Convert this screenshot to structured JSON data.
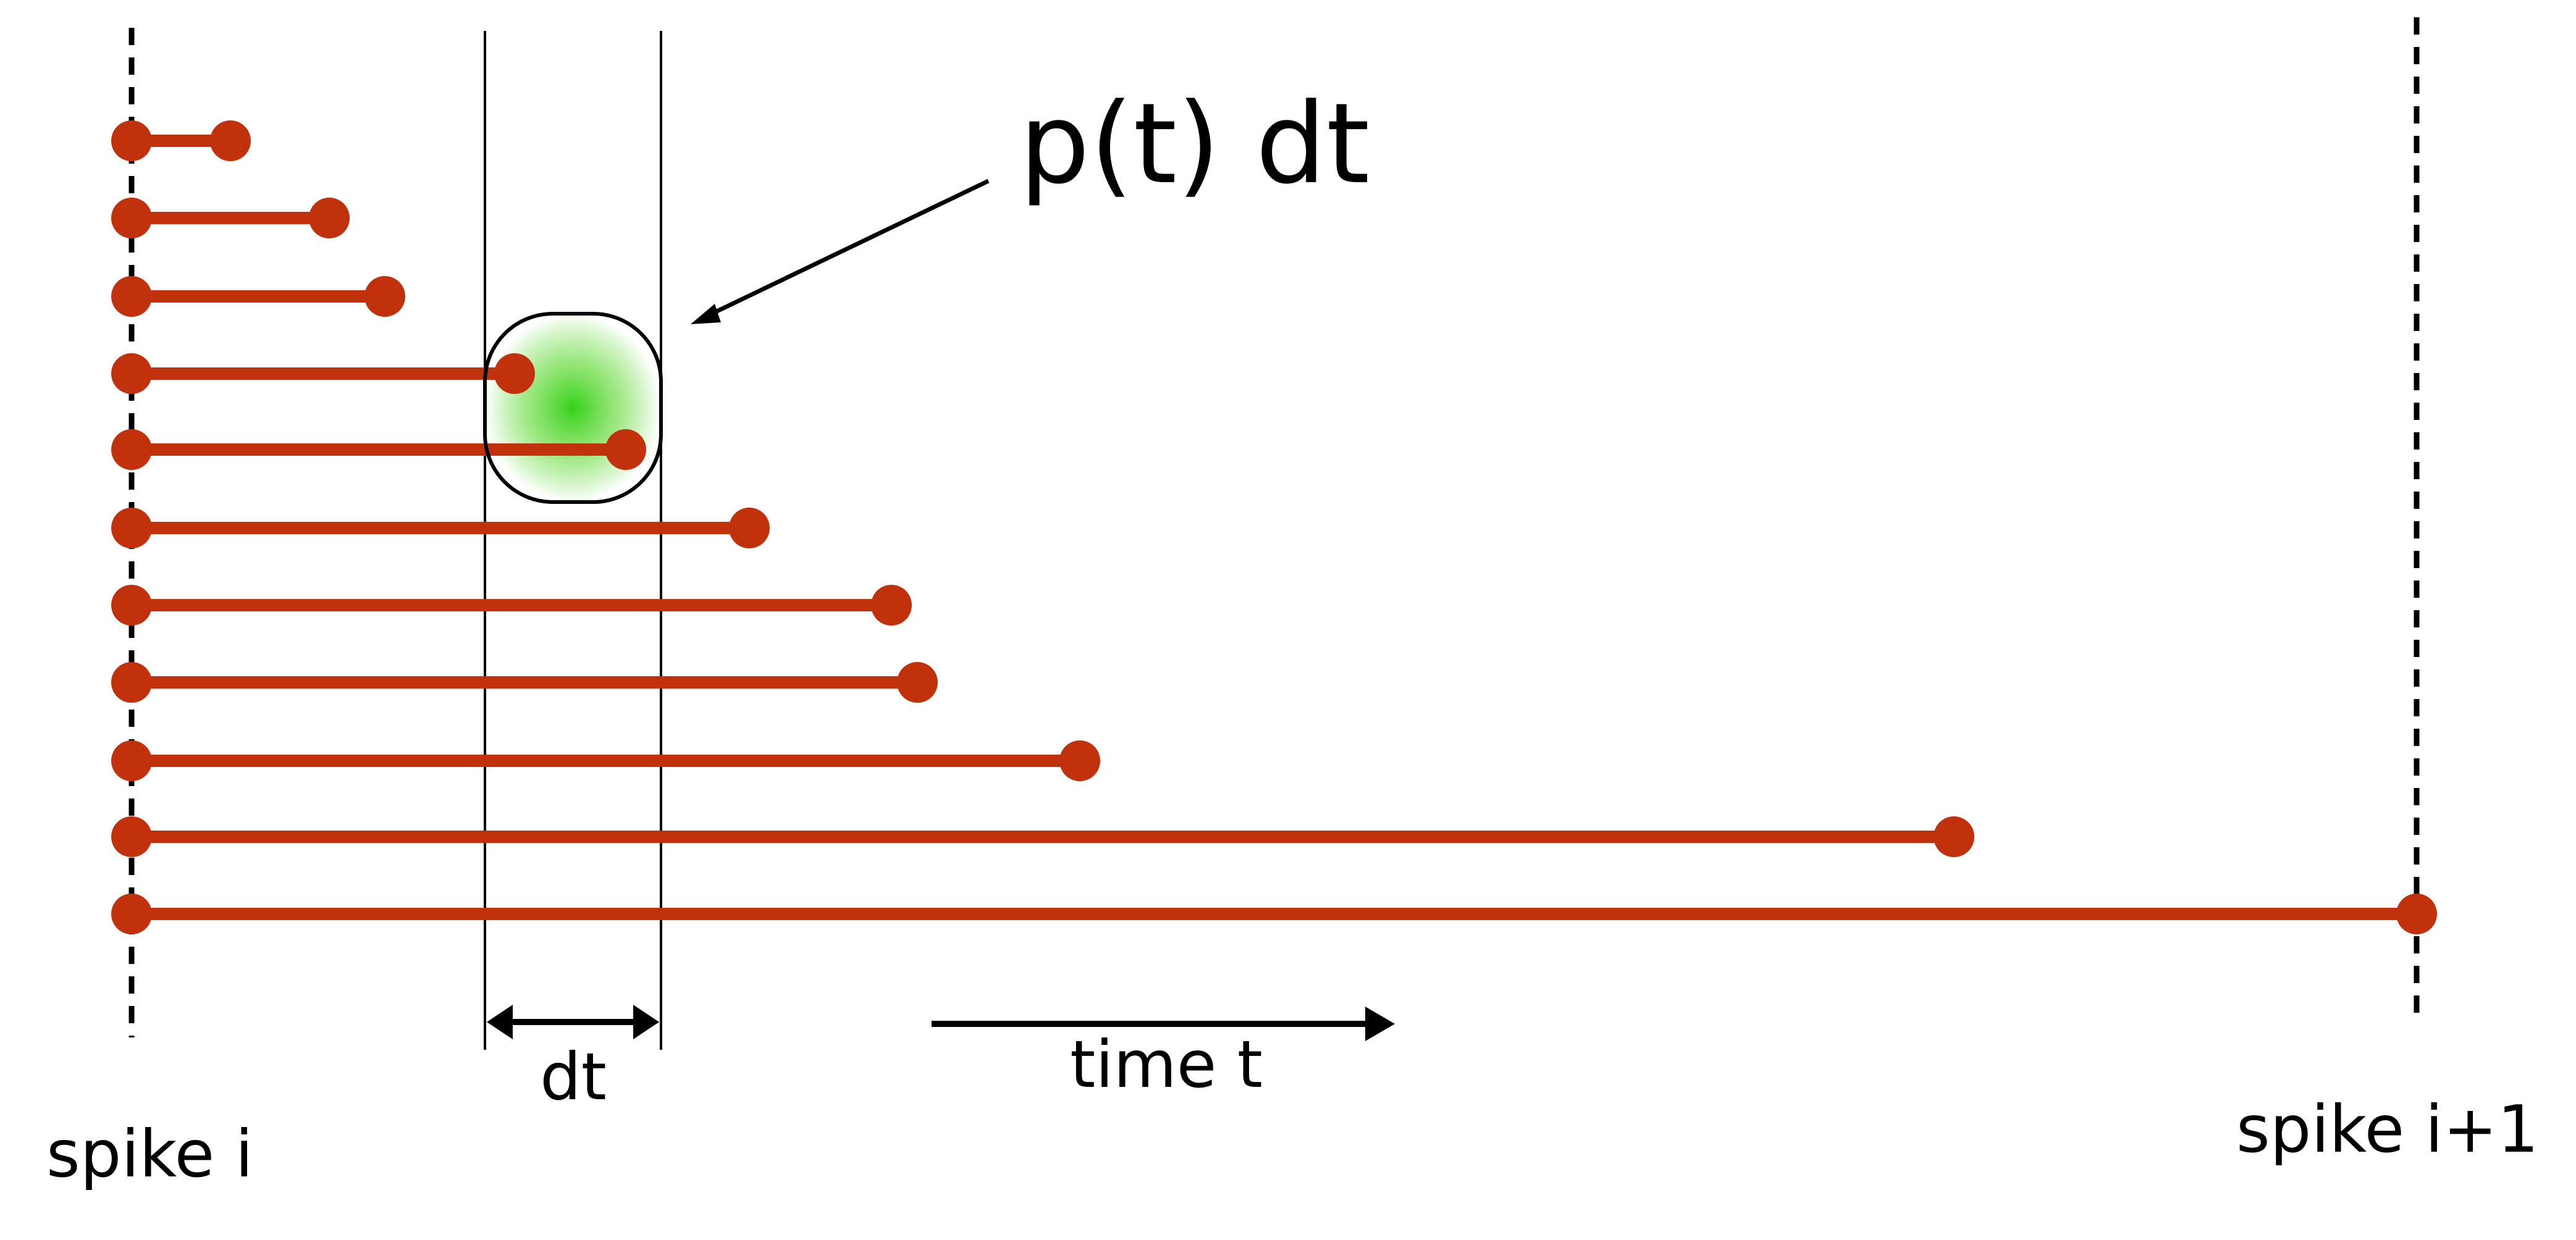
{
  "labels": {
    "formula": "p(t) dt",
    "dt": "dt",
    "time_axis": "time t",
    "spike_start": "spike i",
    "spike_end": "spike i+1"
  },
  "colors": {
    "interval": "#C1310C",
    "highlight": "#35D11A",
    "ink": "#000000"
  },
  "interval_count": 11,
  "highlighted_intervals": [
    4,
    5
  ]
}
